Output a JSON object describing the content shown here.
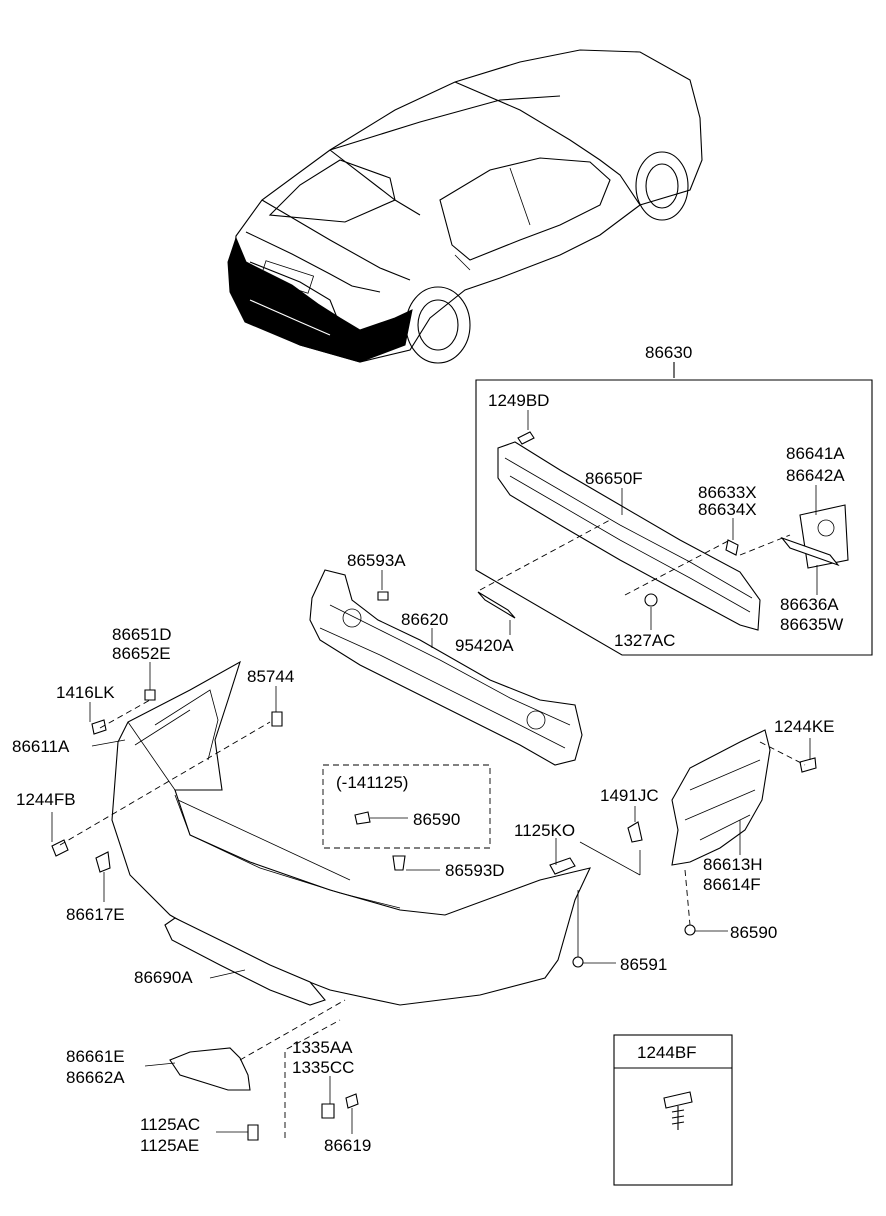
{
  "diagram": {
    "labels": {
      "p86630": "86630",
      "p1249BD": "1249BD",
      "p86650F": "86650F",
      "p86641A": "86641A",
      "p86642A": "86642A",
      "p86633X": "86633X",
      "p86634X": "86634X",
      "p86636A": "86636A",
      "p86635W": "86635W",
      "p1327AC": "1327AC",
      "p95420A": "95420A",
      "p86593A": "86593A",
      "p86620": "86620",
      "p86651D": "86651D",
      "p86652E": "86652E",
      "p1416LK": "1416LK",
      "p85744": "85744",
      "p86611A": "86611A",
      "p1244FB": "1244FB",
      "p86617E": "86617E",
      "pNote": "(-141125)",
      "p86590a": "86590",
      "p86593D": "86593D",
      "p1125KO": "1125KO",
      "p1491JC": "1491JC",
      "p1244KE": "1244KE",
      "p86613H": "86613H",
      "p86614F": "86614F",
      "p86590b": "86590",
      "p86591": "86591",
      "p86690A": "86690A",
      "p86661E": "86661E",
      "p86662A": "86662A",
      "p1335AA": "1335AA",
      "p1335CC": "1335CC",
      "p1125AC": "1125AC",
      "p1125AE": "1125AE",
      "p86619": "86619",
      "p1244BF": "1244BF"
    }
  }
}
